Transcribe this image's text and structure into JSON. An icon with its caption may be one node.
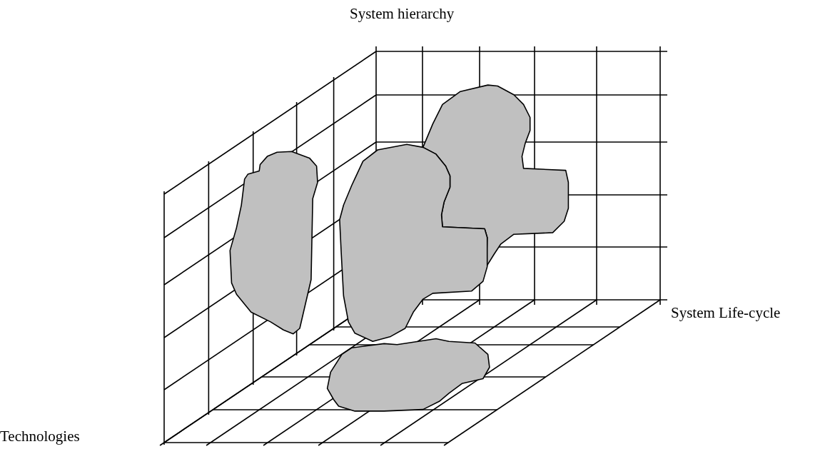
{
  "diagram": {
    "labels": [
      "System hierarchy",
      "System Life-cycle",
      "Technologies"
    ]
  }
}
